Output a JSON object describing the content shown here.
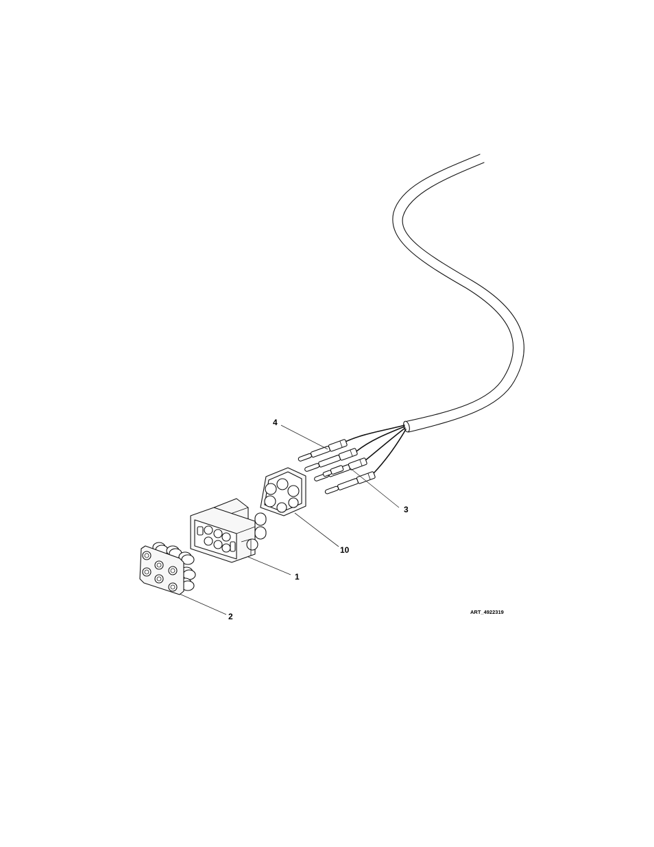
{
  "figure": {
    "art_ref": "ART_4922319",
    "callouts": [
      {
        "id": "callout-4",
        "text": "4"
      },
      {
        "id": "callout-3",
        "text": "3"
      },
      {
        "id": "callout-10",
        "text": "10"
      },
      {
        "id": "callout-1",
        "text": "1"
      },
      {
        "id": "callout-2",
        "text": "2"
      }
    ]
  }
}
